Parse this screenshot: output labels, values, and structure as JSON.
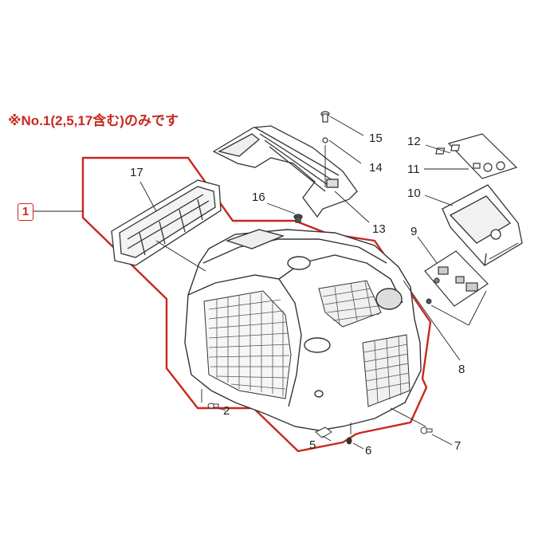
{
  "note": "※No.1(2,5,17含む)のみです",
  "colors": {
    "highlight": "#c8281e",
    "line": "#333333",
    "grille": "#555555",
    "fill": "#ffffff"
  },
  "callouts": {
    "c1": "1",
    "c2": "2",
    "c5": "5",
    "c6": "6",
    "c7": "7",
    "c8": "8",
    "c9": "9",
    "c10": "10",
    "c11": "11",
    "c12": "12",
    "c13": "13",
    "c14": "14",
    "c15": "15",
    "c16": "16",
    "c17": "17"
  }
}
